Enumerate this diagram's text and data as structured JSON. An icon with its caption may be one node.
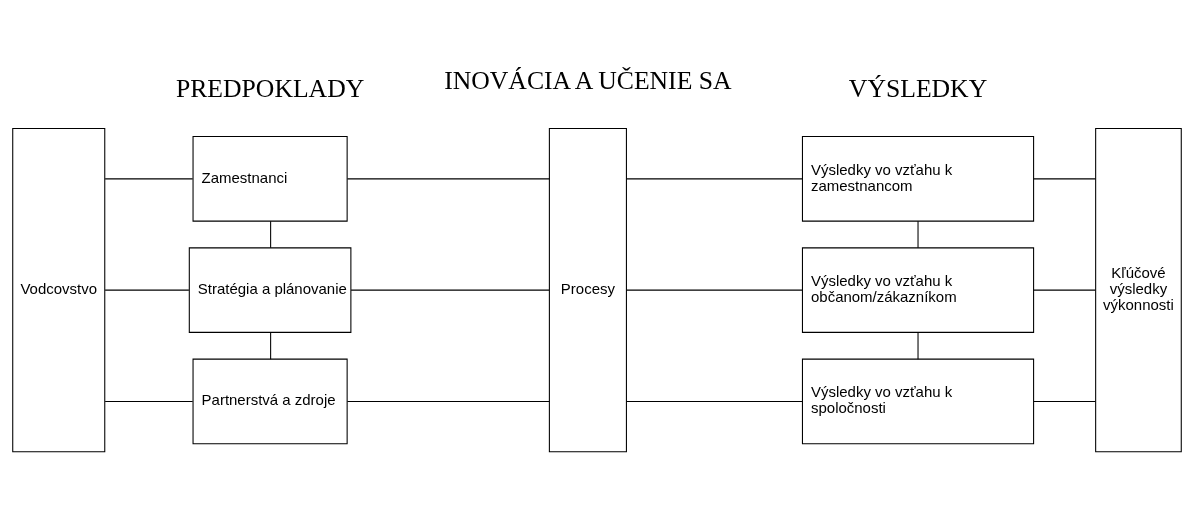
{
  "diagram": {
    "nodes": [
      {
        "text": [
          "Vodcovstvo"
        ]
      },
      {
        "text": [
          "Zamestnanci"
        ]
      },
      {
        "text": [
          "Stratégia a plánovanie"
        ]
      },
      {
        "text": [
          "Partnerstvá a zdroje"
        ]
      },
      {
        "text": [
          "Procesy"
        ]
      },
      {
        "text": [
          "Výsledky vo vzťahu k zamestnancom"
        ]
      },
      {
        "text": [
          "Výsledky vo vzťahu k občanom/zákazníkom"
        ]
      },
      {
        "text": [
          "Výsledky vo vzťahu k spoločnosti"
        ]
      },
      {
        "text": [
          "Kľúčové výsledky výkonnosti"
        ]
      }
    ],
    "edges": [
      {
        "from": 0,
        "to": 1,
        "arrow": "none"
      },
      {
        "from": 0,
        "to": 2,
        "arrow": "none"
      },
      {
        "from": 0,
        "to": 3,
        "arrow": "none"
      },
      {
        "from": 1,
        "to": 2,
        "arrow": "none"
      },
      {
        "from": 2,
        "to": 3,
        "arrow": "none"
      },
      {
        "from": 1,
        "to": 4,
        "arrow": "none"
      },
      {
        "from": 2,
        "to": 4,
        "arrow": "none"
      },
      {
        "from": 3,
        "to": 4,
        "arrow": "none"
      },
      {
        "from": 4,
        "to": 5,
        "arrow": "none"
      },
      {
        "from": 4,
        "to": 6,
        "arrow": "none"
      },
      {
        "from": 4,
        "to": 7,
        "arrow": "none"
      },
      {
        "from": 5,
        "to": 6,
        "arrow": "none"
      },
      {
        "from": 6,
        "to": 7,
        "arrow": "none"
      },
      {
        "from": 5,
        "to": 8,
        "arrow": "none"
      },
      {
        "from": 6,
        "to": 8,
        "arrow": "none"
      },
      {
        "from": 7,
        "to": 8,
        "arrow": "none"
      }
    ],
    "labels": [
      "PREDPOKLADY",
      "VÝSLEDKY",
      "INOVÁCIA A UČENIE SA"
    ]
  }
}
